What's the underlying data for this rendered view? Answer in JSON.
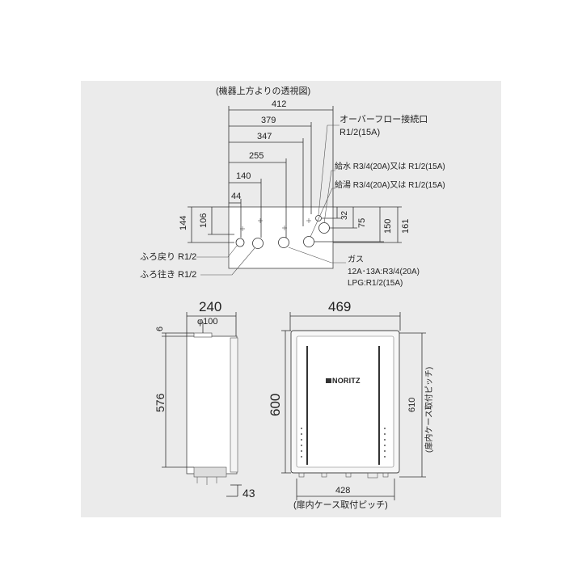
{
  "top_view": {
    "caption": "(機器上方よりの透視図)",
    "dims_horizontal": [
      "412",
      "379",
      "347",
      "255",
      "140",
      "44"
    ],
    "dims_vertical": [
      "144",
      "106",
      "32",
      "75",
      "150",
      "161"
    ],
    "overflow_label": "オーバーフロー接続口",
    "overflow_size": "R1/2(15A)",
    "water_supply": "給水 R3/4(20A)又は R1/2(15A)",
    "hot_water": "給湯 R3/4(20A)又は R1/2(15A)",
    "bath_return": "ふろ戻り R1/2",
    "bath_outgoing": "ふろ往き R1/2",
    "gas_label": "ガス",
    "gas_city": "12A･13A:R3/4(20A)",
    "gas_lpg": "LPG:R1/2(15A)"
  },
  "side_view": {
    "width": "240",
    "pipe_diameter": "φ100",
    "top_gap": "6",
    "height": "576",
    "bottom_depth": "43"
  },
  "front_view": {
    "width": "469",
    "height": "600",
    "pitch_vertical": "610",
    "pitch_vertical_label": "(扉内ケース取付ピッチ)",
    "pitch_horizontal": "428",
    "pitch_horizontal_label": "(扉内ケース取付ピッチ)",
    "brand": "NORITZ"
  }
}
